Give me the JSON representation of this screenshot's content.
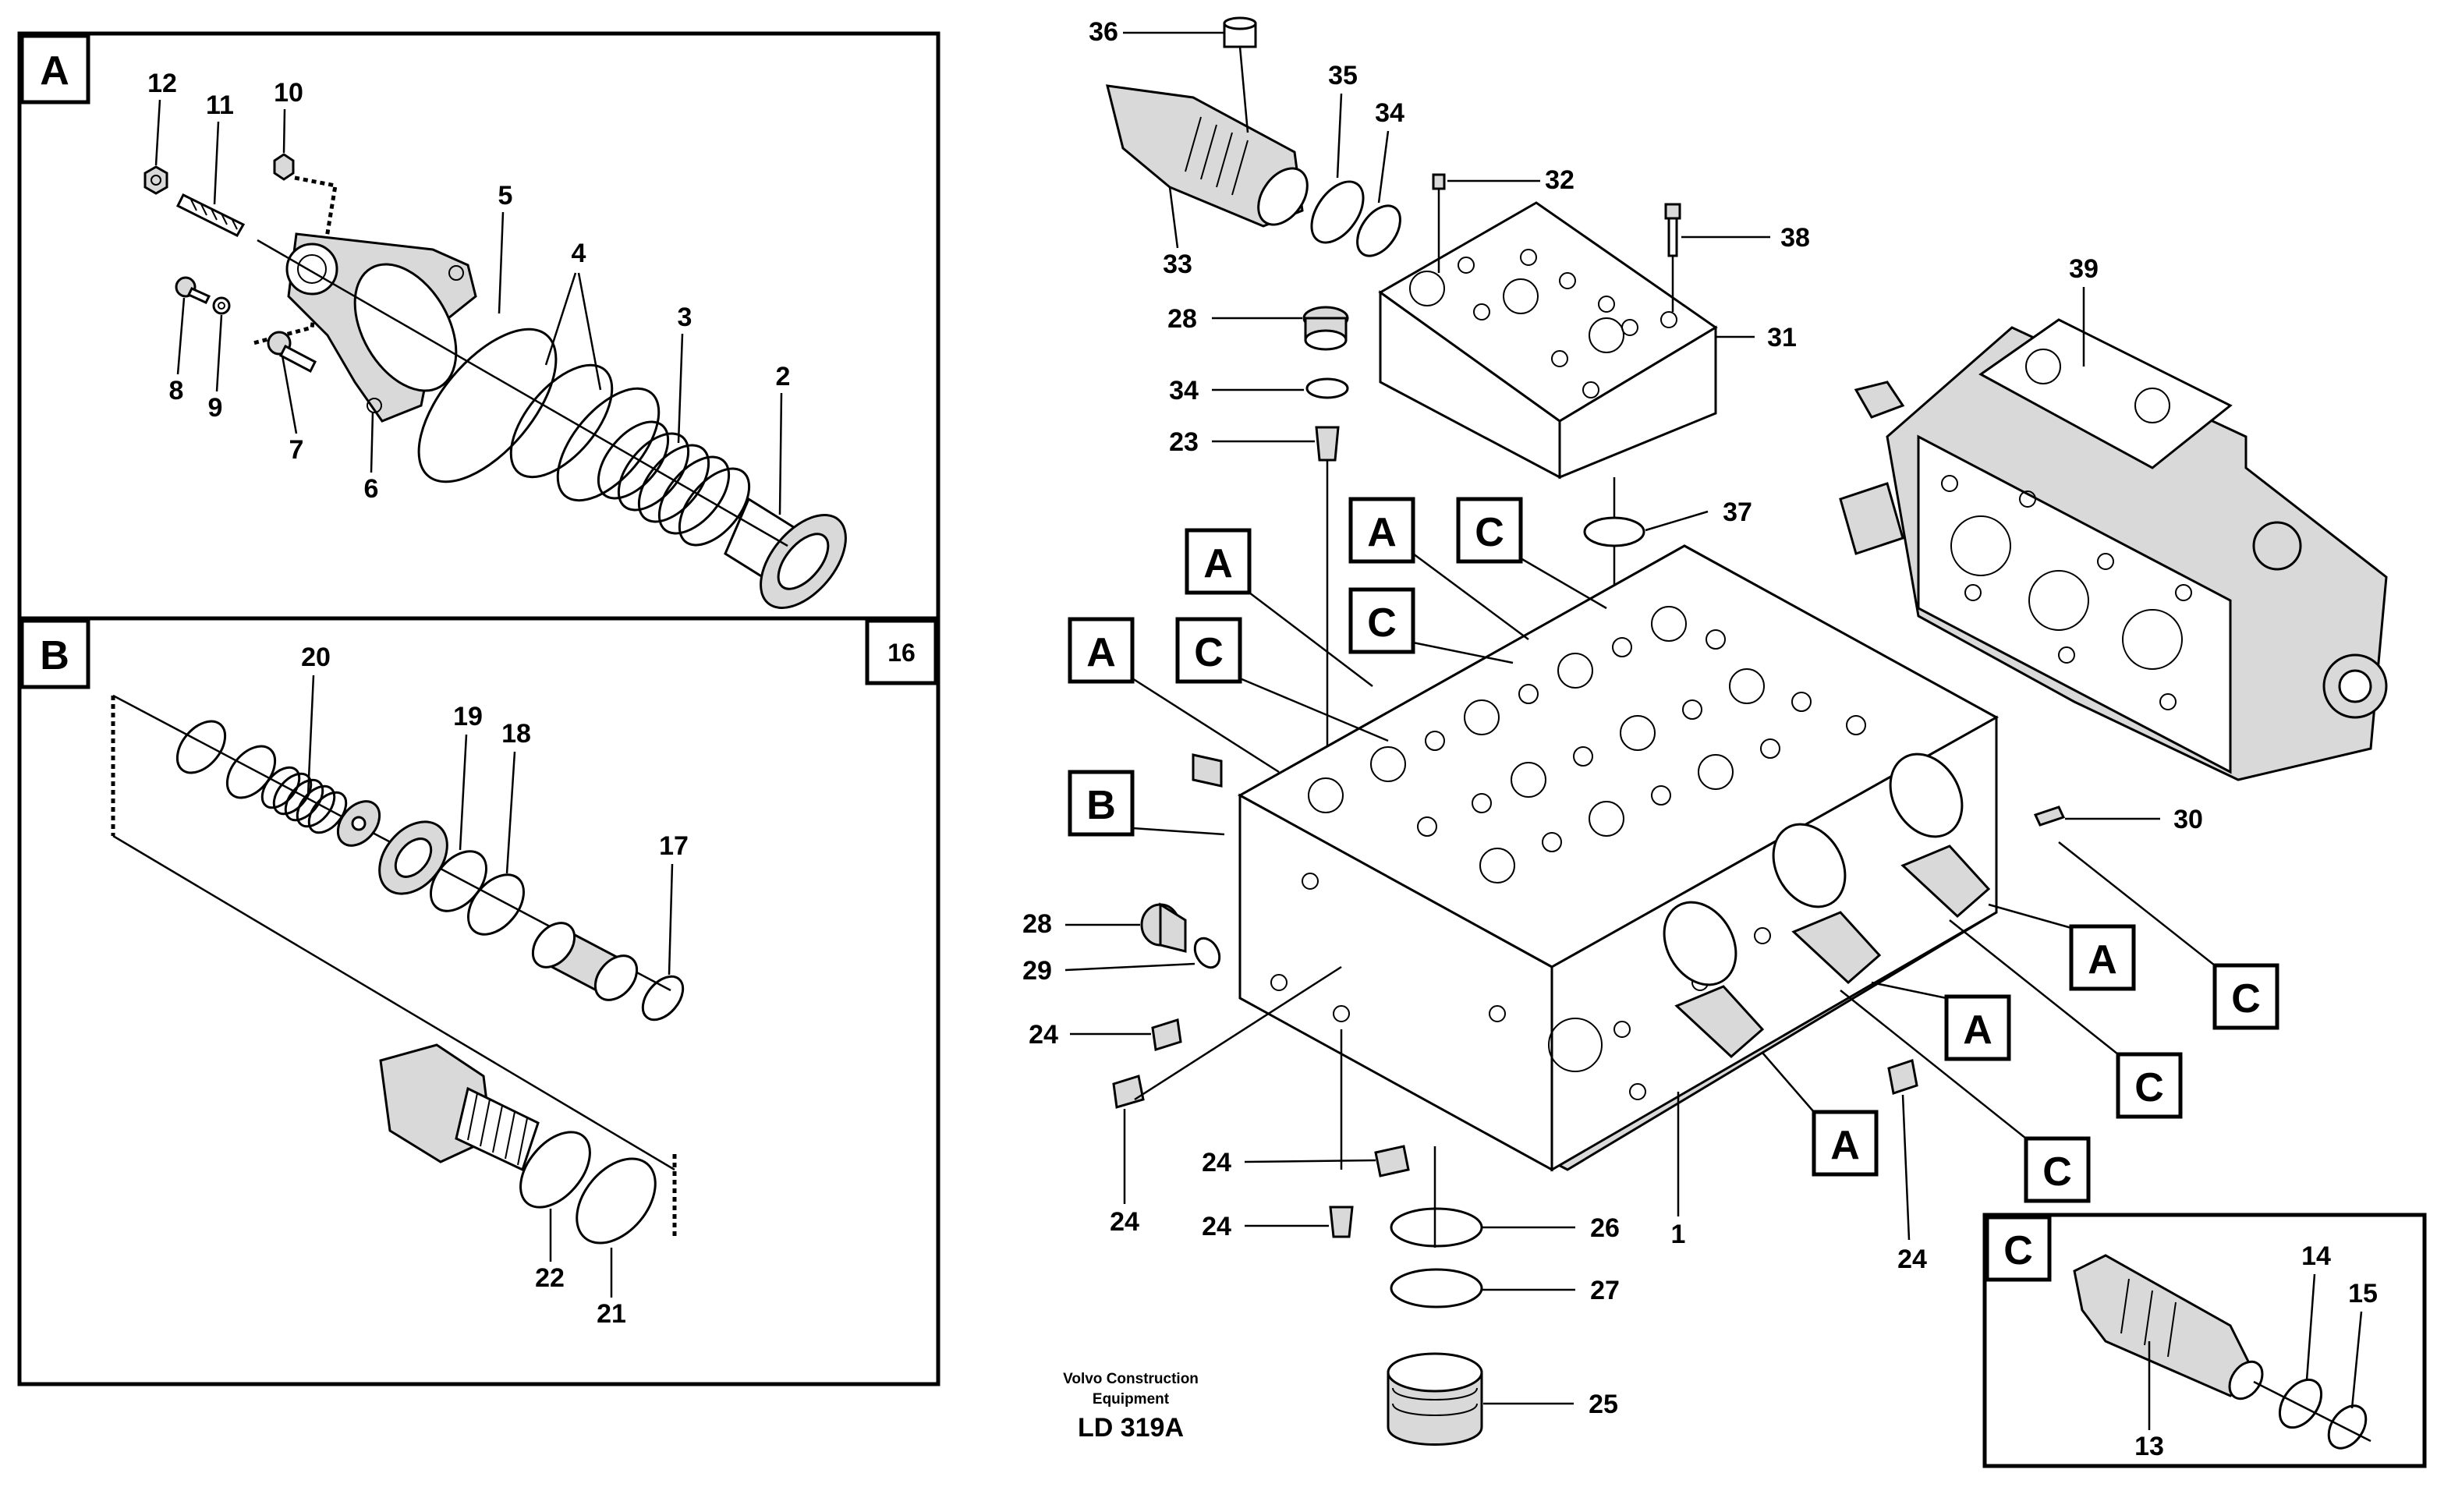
{
  "panels": {
    "A": {
      "label": "A",
      "parts": [
        "12",
        "11",
        "10",
        "5",
        "4",
        "3",
        "2",
        "8",
        "9",
        "7",
        "6"
      ]
    },
    "B": {
      "label": "B",
      "ref": "16",
      "parts": [
        "20",
        "19",
        "18",
        "17",
        "22",
        "21"
      ]
    },
    "C": {
      "label": "C",
      "parts": [
        "14",
        "15",
        "13"
      ]
    }
  },
  "main_parts": [
    "36",
    "35",
    "34",
    "32",
    "38",
    "33",
    "31",
    "28",
    "34",
    "23",
    "39",
    "37",
    "30",
    "28",
    "29",
    "24",
    "24",
    "24",
    "24",
    "24",
    "26",
    "27",
    "25",
    "1"
  ],
  "section_refs": {
    "A": "A",
    "B": "B",
    "C": "C"
  },
  "credit": {
    "line1": "Volvo Construction",
    "line2": "Equipment",
    "code": "LD 319A"
  }
}
